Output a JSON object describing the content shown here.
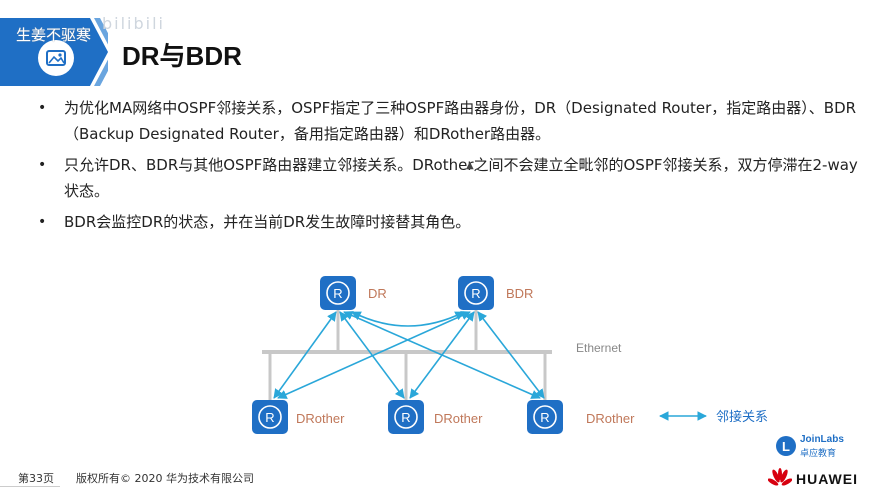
{
  "header": {
    "watermark": "生姜不驱寒",
    "watermark_ghost": "bilibili",
    "title": "DR与BDR"
  },
  "bullets": [
    {
      "text": "为优化MA网络中OSPF邻接关系，OSPF指定了三种OSPF路由器身份，DR（Designated Router，指定路由器）、BDR（Backup Designated Router，备用指定路由器）和DRother路由器。"
    },
    {
      "text": "只允许DR、BDR与其他OSPF路由器建立邻接关系。DRother之间不会建立全毗邻的OSPF邻接关系，双方停滞在2-way状态。"
    },
    {
      "text": "BDR会监控DR的状态，并在当前DR发生故障时接替其角色。"
    }
  ],
  "bullet_symbol": "•",
  "diagram": {
    "routers": [
      {
        "label": "DR",
        "glyph": "R"
      },
      {
        "label": "BDR",
        "glyph": "R"
      },
      {
        "label": "DRother",
        "glyph": "R"
      },
      {
        "label": "DRother",
        "glyph": "R"
      },
      {
        "label": "DRother",
        "glyph": "R"
      }
    ],
    "ethernet_label": "Ethernet",
    "legend_label": "邻接关系",
    "colors": {
      "router_fill": "#1f6fc5",
      "router_label": "#c0785a",
      "link": "#2aa7d9",
      "bus": "#c8c8c8",
      "legend_text": "#1f6fc5"
    }
  },
  "footer": {
    "page": "第33页",
    "copyright": "版权所有© 2020 华为技术有限公司"
  },
  "branding": {
    "joinlabs_name": "JoinLabs",
    "joinlabs_sub": "卓应教育",
    "huawei": "HUAWEI",
    "accent": "#1f6fc5",
    "huawei_red": "#d7000f"
  }
}
